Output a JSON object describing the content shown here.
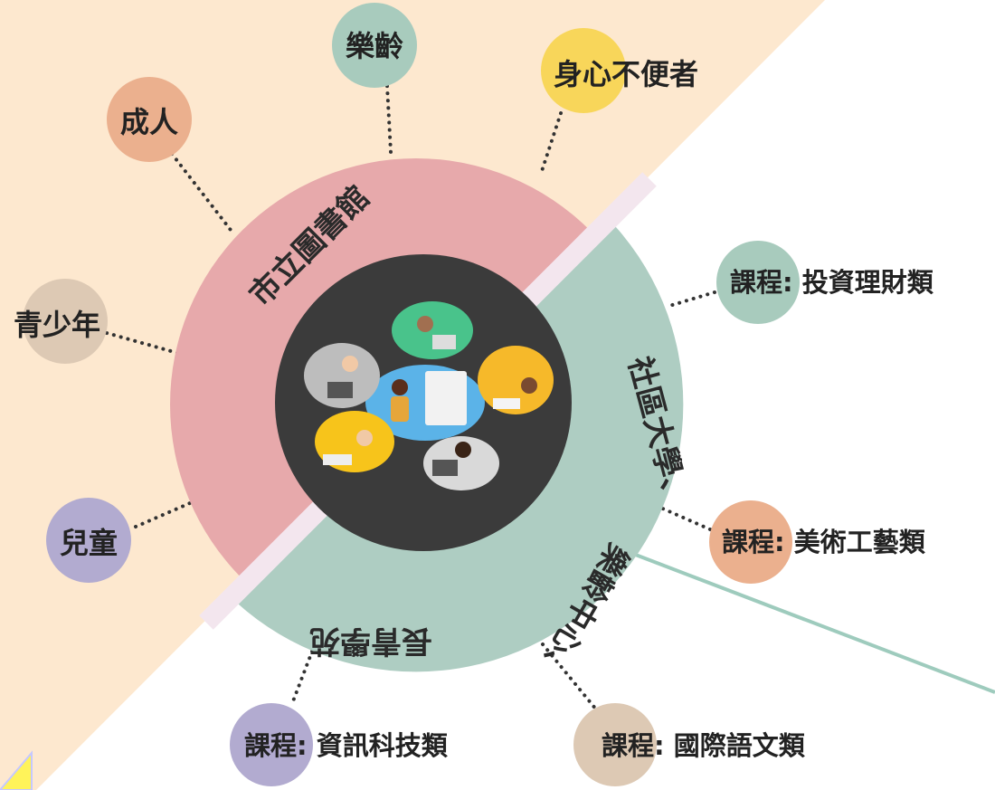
{
  "colors": {
    "background_peach": "#fde8cf",
    "background_white": "#ffffff",
    "library_ring": "#e7a9ab",
    "community_ring": "#aecdc2",
    "center_dark": "#3b3b3b",
    "divider": "#f3e6ee",
    "node_green": "#a8cbbd",
    "node_pink": "#ebb08e",
    "node_yellow": "#f8d65a",
    "node_beige": "#ddc9b4",
    "node_lilac": "#b2abd0",
    "connector": "#9ecbbd"
  },
  "rings": {
    "library_label": "市立圖書館",
    "community_label": "社區大學、",
    "community_label_2": "樂齡中心、",
    "community_label_3": "長青學苑"
  },
  "center": {
    "icon": "online-learning-illustration"
  },
  "nodes": {
    "elderly": "樂齡",
    "disabled": "身心不便者",
    "adult": "成人",
    "youth": "青少年",
    "children": "兒童",
    "course_finance": "課程: 投資理財類",
    "course_art": "課程: 美術工藝類",
    "course_it": "課程: 資訊科技類",
    "course_language": "課程: 國際語文類"
  }
}
